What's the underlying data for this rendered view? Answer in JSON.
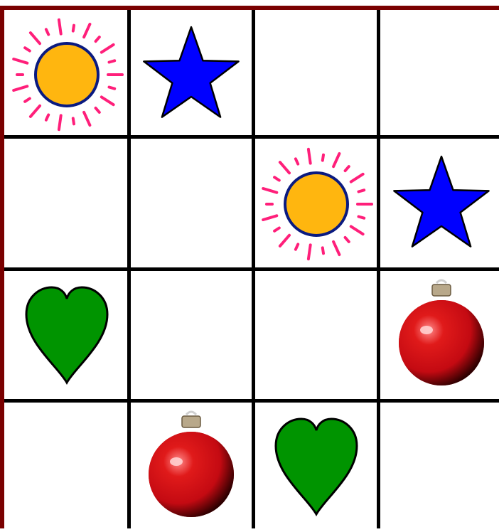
{
  "board": {
    "rows": 4,
    "cols": 4,
    "border_color": "#7a0000",
    "grid_color": "#000000",
    "cells": [
      [
        "sun",
        "star",
        "",
        ""
      ],
      [
        "",
        "",
        "sun",
        "star"
      ],
      [
        "heart",
        "",
        "",
        "ornament"
      ],
      [
        "",
        "ornament",
        "heart",
        ""
      ]
    ]
  },
  "pieces": {
    "sun": {
      "icon": "sun-icon",
      "fill": "#ffb60f",
      "outline": "#0a1a80",
      "ray_color": "#ff1f7a"
    },
    "star": {
      "icon": "star-icon",
      "fill": "#0000ff",
      "outline": "#000000"
    },
    "heart": {
      "icon": "heart-icon",
      "fill": "#009400",
      "outline": "#000000"
    },
    "ornament": {
      "icon": "ornament-icon",
      "fill": "#c40a12",
      "cap": "#b8a88a"
    }
  }
}
